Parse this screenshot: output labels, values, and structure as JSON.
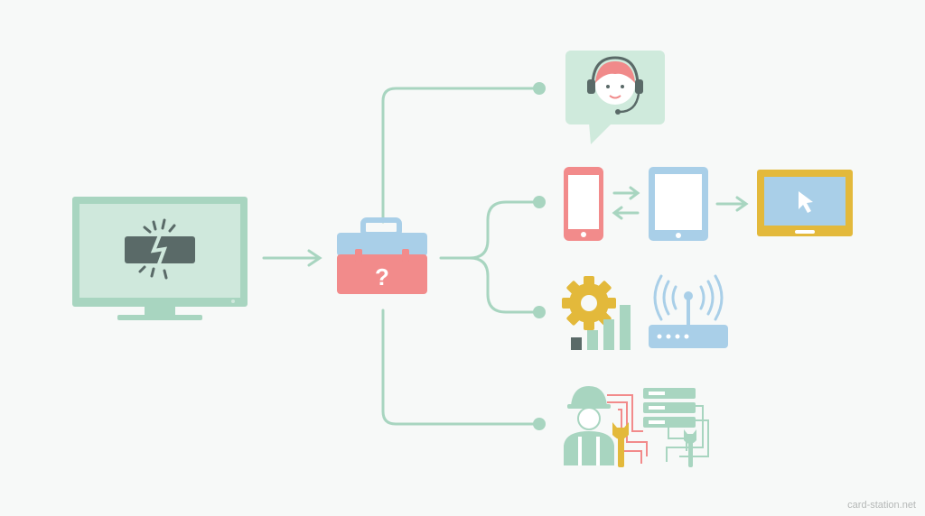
{
  "diagram": {
    "nodes": [
      {
        "id": "broken-tv",
        "icon": "broken-screen-icon"
      },
      {
        "id": "toolbox",
        "icon": "toolbox-question-icon"
      },
      {
        "id": "support-agent",
        "icon": "headset-agent-icon"
      },
      {
        "id": "devices",
        "icon": "phone-tablet-laptop-icon"
      },
      {
        "id": "settings-network",
        "icon": "gear-signal-router-icon"
      },
      {
        "id": "technician",
        "icon": "technician-server-icon"
      }
    ],
    "colors": {
      "line": "#a8d5c0",
      "monitor": "#a8d5c0",
      "monitor_screen": "#cfe8dc",
      "crack_bar": "#5a6a68",
      "toolbox_top": "#a9cfe8",
      "toolbox_body": "#f28b8b",
      "bubble": "#cfeadc",
      "agent_hair": "#f08a8a",
      "phone": "#f28b8b",
      "tablet": "#a9cfe8",
      "laptop": "#e3b93b",
      "gear": "#e3b93b",
      "bars": "#a8d5c0",
      "router": "#a9cfe8",
      "tech": "#a8d5c0",
      "wrench": "#e3b93b",
      "wire_red": "#f28b8b"
    }
  },
  "watermark": "card-station.net"
}
